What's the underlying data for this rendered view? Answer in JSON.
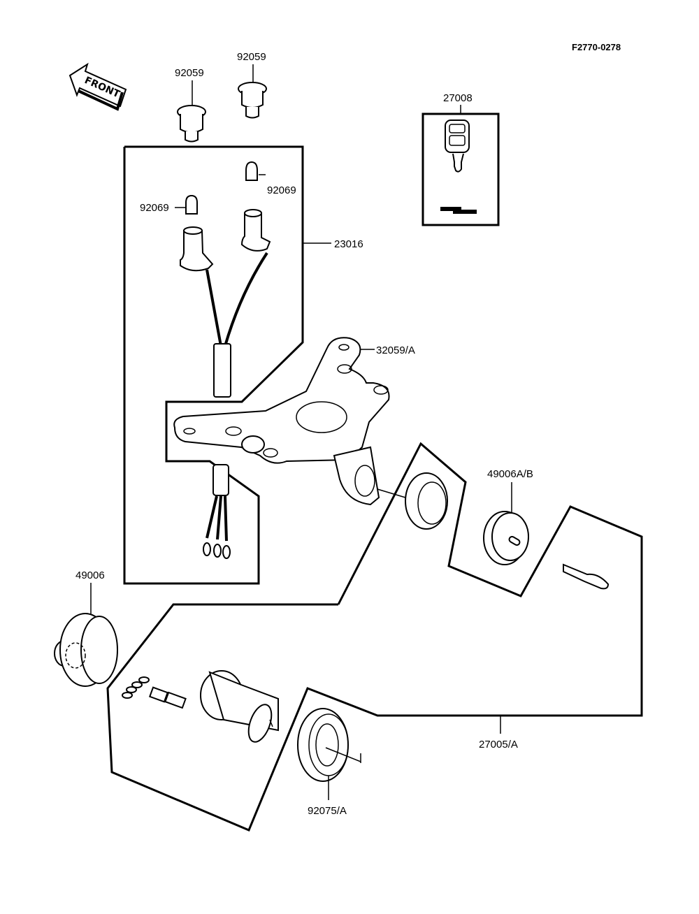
{
  "diagram": {
    "title": "Ignition Switch",
    "reference_code": "F2770-0278",
    "front_arrow_label": "FRONT",
    "parts": [
      {
        "id": "grommet-left",
        "number": "92059"
      },
      {
        "id": "grommet-right",
        "number": "92059"
      },
      {
        "id": "key-blank",
        "number": "27008"
      },
      {
        "id": "bulb-right",
        "number": "92069"
      },
      {
        "id": "bulb-left",
        "number": "92069"
      },
      {
        "id": "socket-assembly",
        "number": "23016"
      },
      {
        "id": "bracket",
        "number": "32059/A"
      },
      {
        "id": "cap-set",
        "number": "49006A/B"
      },
      {
        "id": "cover",
        "number": "49006"
      },
      {
        "id": "switch-assembly",
        "number": "27005/A"
      },
      {
        "id": "washer",
        "number": "92075/A"
      }
    ]
  }
}
